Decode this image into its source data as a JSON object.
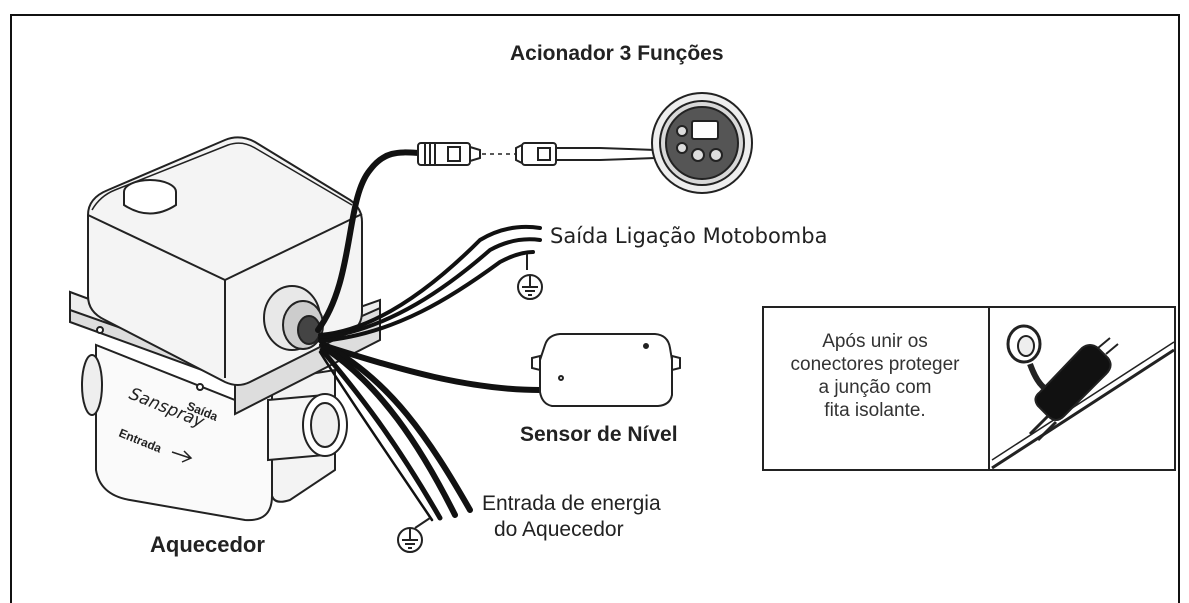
{
  "labels": {
    "title": "Acionador 3 Funções",
    "saida_motobomba": "Saída Ligação Motobomba",
    "sensor_nivel": "Sensor de Nível",
    "aquecedor": "Aquecedor",
    "entrada_energia_line1": "Entrada de energia",
    "entrada_energia_line2": "do Aquecedor"
  },
  "device_markings": {
    "brand": "Sanspray",
    "saida": "Saída",
    "entrada": "Entrada"
  },
  "inset": {
    "line1": "Após unir os",
    "line2": "conectores proteger",
    "line3": "a junção com",
    "line4": "fita isolante."
  }
}
